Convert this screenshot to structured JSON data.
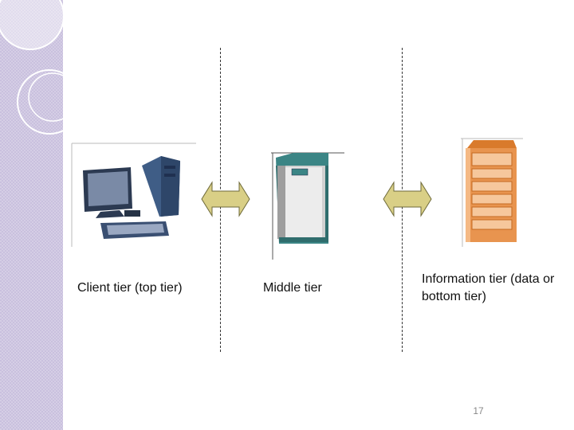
{
  "diagram": {
    "tiers": [
      {
        "name": "client",
        "label": "Client tier (top tier)",
        "icon": "desktop-computer-icon"
      },
      {
        "name": "middle",
        "label": "Middle tier",
        "icon": "server-icon"
      },
      {
        "name": "information",
        "label": "Information tier (data or bottom tier)",
        "icon": "database-server-icon"
      }
    ],
    "connectors": [
      "bidirectional-arrow",
      "bidirectional-arrow"
    ]
  },
  "slide": {
    "page_number": "17"
  },
  "colors": {
    "sidebar": "#c9c0de",
    "arrow_fill": "#d9cf86",
    "server_teal": "#3b8585",
    "db_orange": "#e8944f"
  }
}
